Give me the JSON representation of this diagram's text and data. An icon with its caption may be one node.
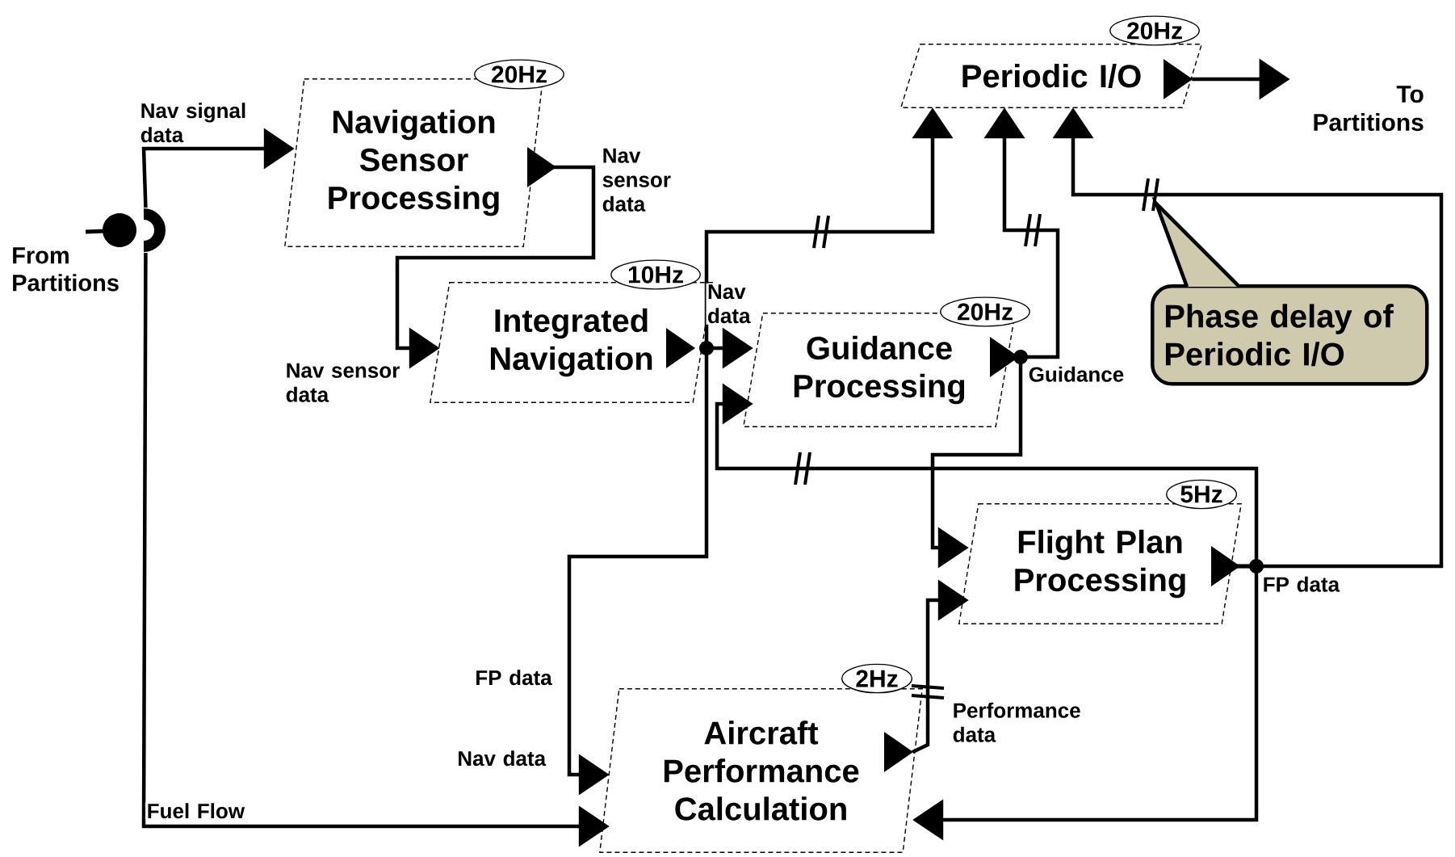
{
  "diagram": {
    "nodes": [
      {
        "text": [
          "From Partitions"
        ]
      },
      {
        "text": [
          "Navigation Sensor Processing"
        ],
        "beside": [
          "20Hz"
        ]
      },
      {
        "text": [
          "Integrated Navigation"
        ],
        "beside": [
          "10Hz"
        ]
      },
      {
        "text": [
          "Guidance Processing"
        ],
        "beside": [
          "20Hz"
        ]
      },
      {
        "text": [
          "Periodic I/O"
        ],
        "beside": [
          "20Hz"
        ]
      },
      {
        "text": [
          "To Partitions"
        ]
      },
      {
        "text": [
          "Phase delay of Periodic I/O"
        ]
      },
      {
        "text": [
          "Flight Plan Processing"
        ],
        "beside": [
          "5Hz"
        ]
      },
      {
        "text": [
          "Aircraft Performance Calculation"
        ],
        "beside": [
          "2Hz"
        ]
      }
    ],
    "edges": [
      {
        "from": 0,
        "to": 1,
        "arrow": "to",
        "label": "Nav signal data"
      },
      {
        "from": 0,
        "to": 8,
        "arrow": "to",
        "label": "Fuel Flow"
      },
      {
        "from": 1,
        "to": 2,
        "arrow": "to",
        "label": "Nav sensor data"
      },
      {
        "from": 2,
        "to": 3,
        "arrow": "to",
        "label": "Nav data"
      },
      {
        "from": 2,
        "to": 4,
        "arrow": "to"
      },
      {
        "from": 2,
        "to": 8,
        "arrow": "to",
        "label": "Nav data"
      },
      {
        "from": 3,
        "to": 4,
        "arrow": "to",
        "label": "Guidance"
      },
      {
        "from": 3,
        "to": 7,
        "arrow": "to"
      },
      {
        "from": 7,
        "to": 3,
        "arrow": "to"
      },
      {
        "from": 7,
        "to": 8,
        "arrow": "to",
        "label": "FP data"
      },
      {
        "from": 7,
        "to": 4,
        "arrow": "to"
      },
      {
        "from": 8,
        "to": 7,
        "arrow": "to",
        "label": "Performance data"
      },
      {
        "from": 4,
        "to": 5,
        "arrow": "to"
      }
    ],
    "labels": [
      "Nav sensor data",
      "FP data"
    ]
  }
}
